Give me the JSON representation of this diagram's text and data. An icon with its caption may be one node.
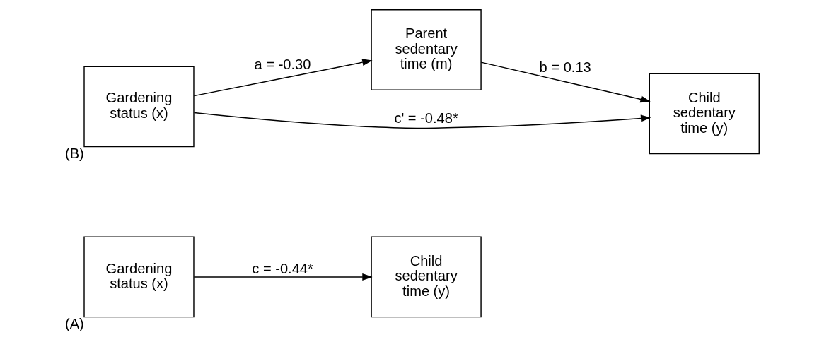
{
  "diagram": {
    "nodes": [
      {
        "text": [
          "Gardening status (x)"
        ],
        "beside": [
          "(A)"
        ]
      },
      {
        "text": [
          "Child sedentary time (y)"
        ]
      },
      {
        "text": [
          "Parent sedentary time (m)"
        ]
      },
      {
        "text": [
          "Gardening status (x)"
        ],
        "beside": [
          "(B)"
        ]
      },
      {
        "text": [
          "Child sedentary time (y)"
        ]
      }
    ],
    "edges": [
      {
        "from": 0,
        "to": 1,
        "arrow": "to",
        "label": "c = -0.44*"
      },
      {
        "from": 3,
        "to": 2,
        "arrow": "to",
        "label": "a = -0.30"
      },
      {
        "from": 2,
        "to": 4,
        "arrow": "to",
        "label": "b = 0.13"
      },
      {
        "from": 3,
        "to": 4,
        "arrow": "to",
        "label": "c' = -0.48*"
      }
    ]
  }
}
